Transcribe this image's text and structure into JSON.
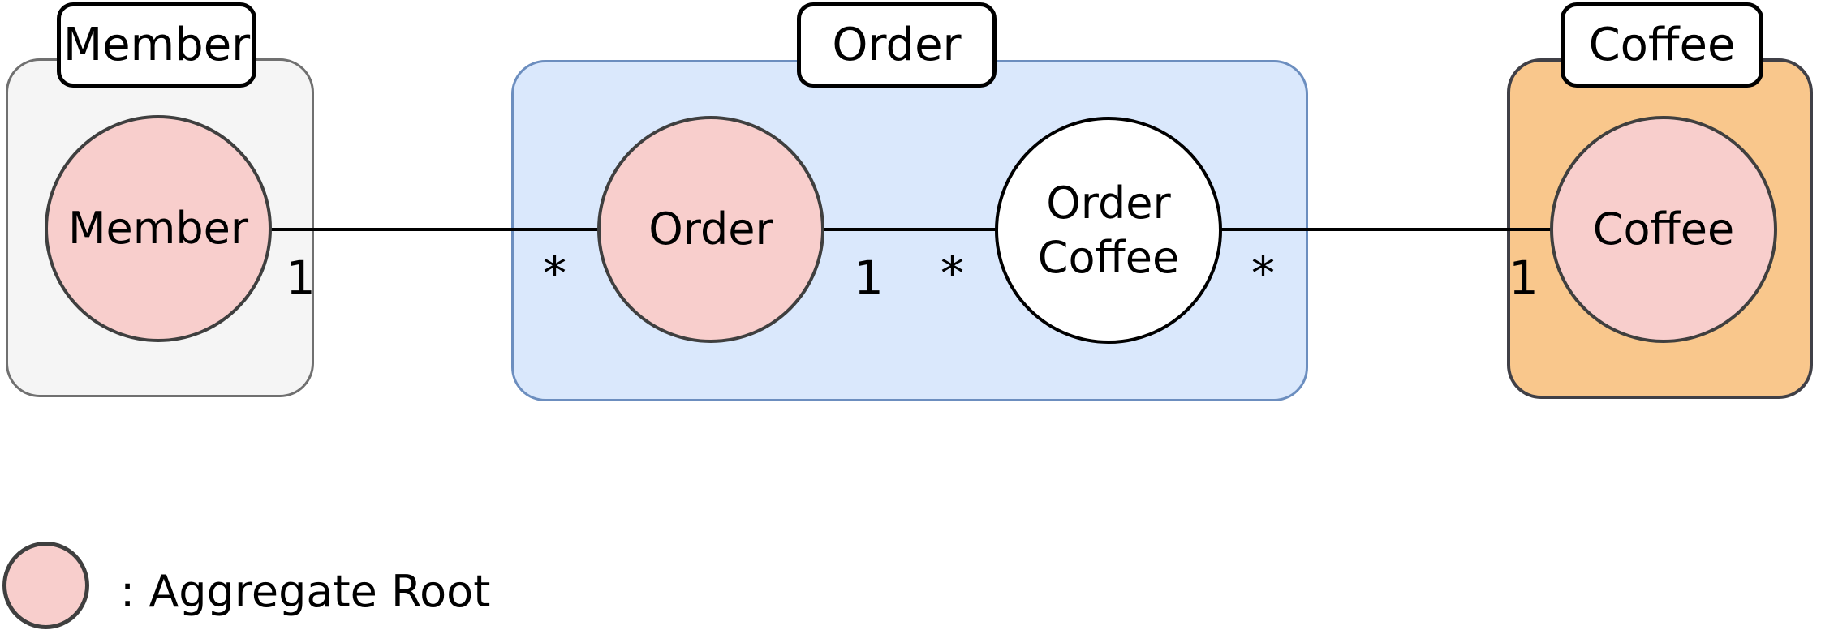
{
  "colors": {
    "canvas-bg": "#ffffff",
    "pink-fill": "#F8CECC",
    "circle-stroke": "#3f3f3f",
    "grey-fill": "#F5F5F5",
    "grey-stroke": "#707070",
    "blue-fill": "#DAE8FC",
    "blue-stroke": "#6C8EBF",
    "orange-fill": "#F9C78C",
    "orange-stroke": "#404047",
    "label-stroke": "#000000",
    "white-fill": "#ffffff",
    "line-color": "#000000",
    "text-color": "#000000"
  },
  "groups": {
    "member": {
      "label": "Member"
    },
    "order": {
      "label": "Order"
    },
    "coffee": {
      "label": "Coffee"
    }
  },
  "entities": {
    "member": {
      "label": "Member"
    },
    "order": {
      "label": "Order"
    },
    "order_coffee": {
      "label": "Order Coffee"
    },
    "coffee": {
      "label": "Coffee"
    }
  },
  "multiplicities": {
    "member_right": "1",
    "order_left": "*",
    "order_right": "1",
    "order_coffee_left": "*",
    "order_coffee_right": "*",
    "coffee_left": "1"
  },
  "legend": {
    "icon": "aggregate-root-circle",
    "label": ": Aggregate Root"
  }
}
